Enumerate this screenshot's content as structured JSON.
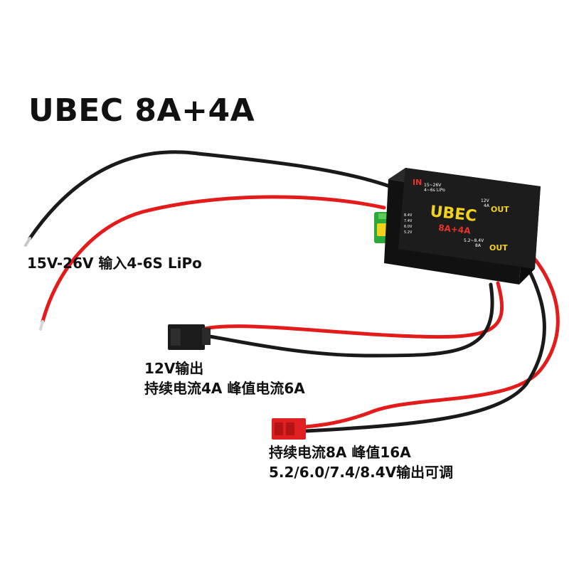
{
  "title": "UBEC 8A+4A",
  "captions": {
    "input": "15V-26V 输入4-6S LiPo",
    "out12_line1": "12V输出",
    "out12_line2": "持续电流4A 峰值电流6A",
    "adj_line1": "持续电流8A 峰值16A",
    "adj_line2": "5.2/6.0/7.4/8.4V输出可调"
  },
  "module": {
    "brand": "UBEC",
    "rating": "8A+4A",
    "in_label": "IN",
    "in_range": "15~26V",
    "in_cells": "4~6s LiPo",
    "out12_volt": "12V",
    "out12_amp": "4A",
    "out_label": "OUT",
    "adj_range": "5.2~8.4V",
    "adj_amp": "8A",
    "jumper_opts": [
      "8.4V",
      "7.4V",
      "6.0V",
      "5.2V"
    ]
  },
  "colors": {
    "wire_red": "#e41b1b",
    "wire_black": "#1a1a1a",
    "module_body": "#1c1c1c",
    "brand_yellow": "#f2d21b",
    "label_red": "#e8322a",
    "jst_red": "#e02020"
  }
}
